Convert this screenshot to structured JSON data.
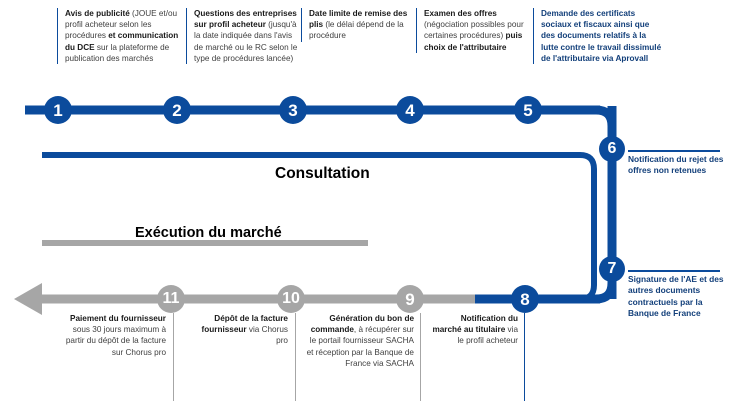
{
  "theme": {
    "blue": "#0b4b9c",
    "gray": "#a6a6a6",
    "text_dark": "#1a1a1a",
    "text_body": "#404040"
  },
  "phases": {
    "consultation": "Consultation",
    "execution": "Exécution du marché"
  },
  "steps": [
    {
      "number": "1",
      "row": "top",
      "color": "blue",
      "title": "Avis de publicité",
      "body": " (JOUE et/ou profil acheteur selon les procédures ",
      "title2": "et communication du DCE",
      "body2": " sur la plateforme de publication des marchés"
    },
    {
      "number": "2",
      "row": "top",
      "color": "blue",
      "title": "Questions des entreprises sur profil acheteur",
      "body": " (jusqu'à la date indiquée dans l'avis de marché ou le RC selon le type de procédures lancée)"
    },
    {
      "number": "3",
      "row": "top",
      "color": "blue",
      "title": "Date limite de remise des plis",
      "body": " (le délai dépend de la procédure"
    },
    {
      "number": "4",
      "row": "top",
      "color": "blue",
      "title": "Examen des offres",
      "body": " (négociation possibles pour certaines procédures) ",
      "title2": "puis choix de l'attributaire"
    },
    {
      "number": "5",
      "row": "top",
      "color": "blue",
      "all_bold": true,
      "title": "Demande des certificats sociaux et fiscaux ainsi que des documents relatifs à la lutte contre le travail dissimulé de l'attributaire via Aprovall"
    },
    {
      "number": "6",
      "row": "right",
      "color": "blue",
      "all_bold": true,
      "title": "Notification du rejet des offres non retenues"
    },
    {
      "number": "7",
      "row": "right",
      "color": "blue",
      "all_bold": true,
      "title": "Signature de l'AE et des autres documents contractuels par la Banque de France"
    },
    {
      "number": "8",
      "row": "bottom",
      "color": "blue",
      "title": "Notification du marché au titulaire",
      "body": " via le profil acheteur"
    },
    {
      "number": "9",
      "row": "bottom",
      "color": "gray",
      "title": "Génération du bon de commande",
      "body": ", à récupérer sur le portail fournisseur SACHA et réception par la Banque de France via SACHA"
    },
    {
      "number": "10",
      "row": "bottom",
      "color": "gray",
      "title": "Dépôt de la facture fournisseur",
      "body": " via Chorus pro"
    },
    {
      "number": "11",
      "row": "bottom",
      "color": "gray",
      "title": "Paiement du fournisseur",
      "body": " sous 30 jours maximum à partir du dépôt de la facture sur Chorus pro"
    }
  ]
}
